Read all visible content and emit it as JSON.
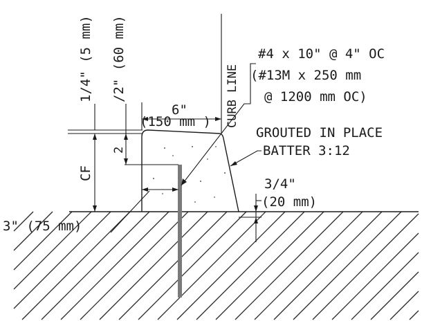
{
  "labels": {
    "quarter_inch": "1/4\" (5 mm)",
    "half_inch": "/2\" (60 mm)",
    "curb_line": "CURB LINE",
    "rebar_1": "#4 x 10\" @ 4\" OC",
    "rebar_2": "(#13M x 250 mm",
    "rebar_3": "@ 1200 mm OC)",
    "six_inch": "6\"",
    "six_inch_mm": "(150 mm )",
    "grouted": "GROUTED IN PLACE",
    "batter": "BATTER 3:12",
    "two": "2",
    "cf": "CF",
    "three_quarter": "3/4\"",
    "three_quarter_mm": "(20 mm)",
    "three_inch": "3\" (75 mm)"
  },
  "colors": {
    "line": "#1a1a1a",
    "rebar": "#7a7a7a"
  }
}
